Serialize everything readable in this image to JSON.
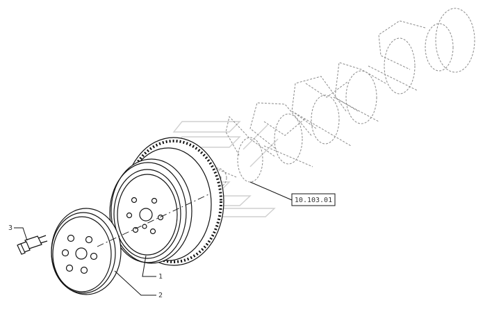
{
  "diagram": {
    "part_labels": [
      {
        "id": "1",
        "part": "crankshaft-pulley"
      },
      {
        "id": "2",
        "part": "drive-pulley"
      },
      {
        "id": "3",
        "part": "bolt"
      }
    ],
    "reference_box": {
      "text": "10.103.01",
      "refers_to": "crankshaft"
    },
    "colors": {
      "line": "#111111",
      "ghost_line": "#8a8a8a",
      "watermark": "#cfcfcf",
      "background": "#ffffff"
    },
    "icons": [
      "bolt-icon",
      "pulley-icon",
      "damper-icon",
      "crankshaft-icon",
      "logo-watermark"
    ]
  }
}
